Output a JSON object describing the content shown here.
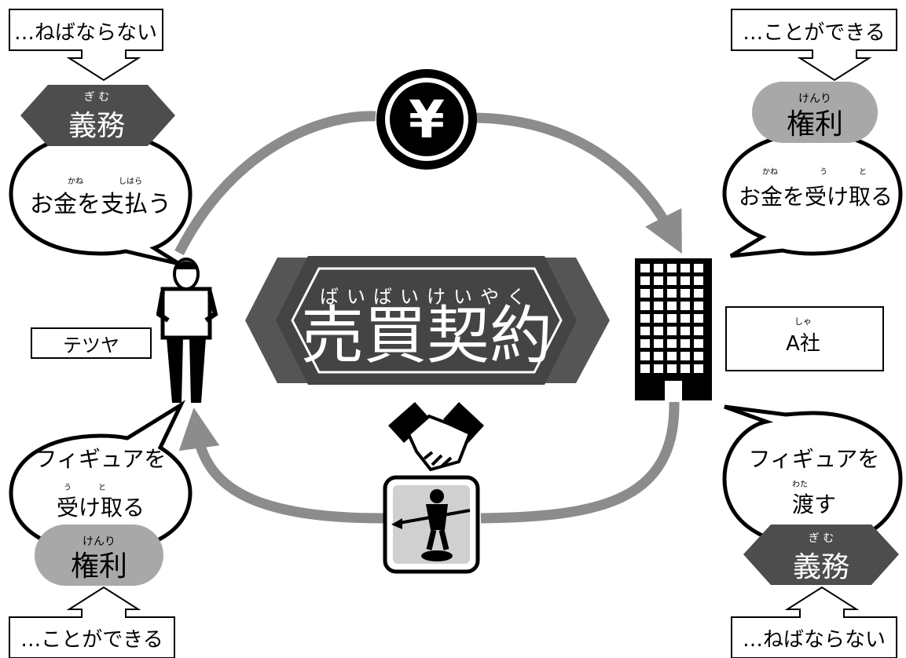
{
  "colors": {
    "flow_arrow": "#8c8c8c",
    "dark_banner": "#4d4d4d",
    "light_banner": "#a8a8a8",
    "ink": "#000000"
  },
  "center": {
    "ruby": "ばいばいけいやく",
    "title": "売買契約"
  },
  "people": {
    "left": {
      "name": "テツヤ"
    },
    "right": {
      "ruby": "しゃ",
      "name": "A社"
    }
  },
  "top_left": {
    "box": "…ねばならない",
    "banner_ruby": "ぎ む",
    "banner": "義務",
    "bubble_ruby_1": "かね",
    "bubble_ruby_2": "しはら",
    "bubble": "お金を支払う"
  },
  "top_right": {
    "box": "…ことができる",
    "banner_ruby": "けんり",
    "banner": "権利",
    "bubble_ruby_1": "かね",
    "bubble_ruby_2": "う",
    "bubble_ruby_3": "と",
    "bubble": "お金を受け取る"
  },
  "bottom_left": {
    "bubble_line1": "フィギュアを",
    "bubble_ruby_1": "う",
    "bubble_ruby_2": "と",
    "bubble_line2": "受け取る",
    "banner_ruby": "けんり",
    "banner": "権利",
    "box": "…ことができる"
  },
  "bottom_right": {
    "bubble_line1": "フィギュアを",
    "bubble_ruby": "わた",
    "bubble_line2": "渡す",
    "banner_ruby": "ぎ む",
    "banner": "義務",
    "box": "…ねばならない"
  },
  "icons": {
    "money": "yen-coin-icon",
    "agreement": "handshake-icon",
    "product": "figure-statue-icon",
    "building": "office-building-icon",
    "person": "person-icon"
  }
}
